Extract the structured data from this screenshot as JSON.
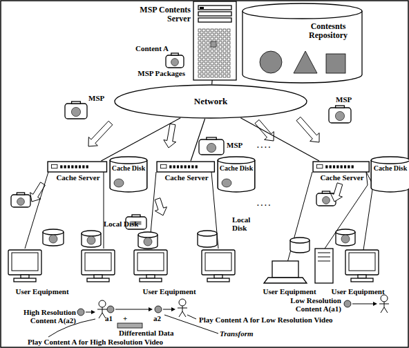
{
  "diagram": {
    "nodes": [
      {
        "text": [
          "MSP Contents Server"
        ]
      },
      {
        "text": [
          "Contesnts Repository"
        ]
      },
      {
        "text": [
          "Network"
        ]
      },
      {
        "text": [
          "Cache Server"
        ]
      },
      {
        "text": [
          "Cache Disk"
        ]
      },
      {
        "text": [
          "Cache Server"
        ]
      },
      {
        "text": [
          "Cache Disk"
        ]
      },
      {
        "text": [
          "Cache Server"
        ]
      },
      {
        "text": [
          "Cache Disk"
        ]
      }
    ],
    "edges": [
      {
        "from": 0,
        "to": 2,
        "arrow": "none"
      },
      {
        "from": 2,
        "to": 3,
        "arrow": "none"
      },
      {
        "from": 2,
        "to": 5,
        "arrow": "none"
      },
      {
        "from": 2,
        "to": 7,
        "arrow": "none"
      }
    ],
    "labels": [
      "Content A",
      "MSP Packages",
      "MSP",
      "MSP",
      "MSP",
      ". . . .",
      "Local Disk",
      "Local Disk",
      ". . . .",
      "User Equipment",
      "User Equipment",
      "User Equipment",
      "User Equipment",
      "High Resolution Content A(a2)",
      "a1",
      "+",
      "a2",
      "Differential Data",
      "Transform",
      "Play Content A for Low Resolution Video",
      "Low Resolution Content A(a1)",
      "Play Content A for High Resolution Video"
    ]
  }
}
